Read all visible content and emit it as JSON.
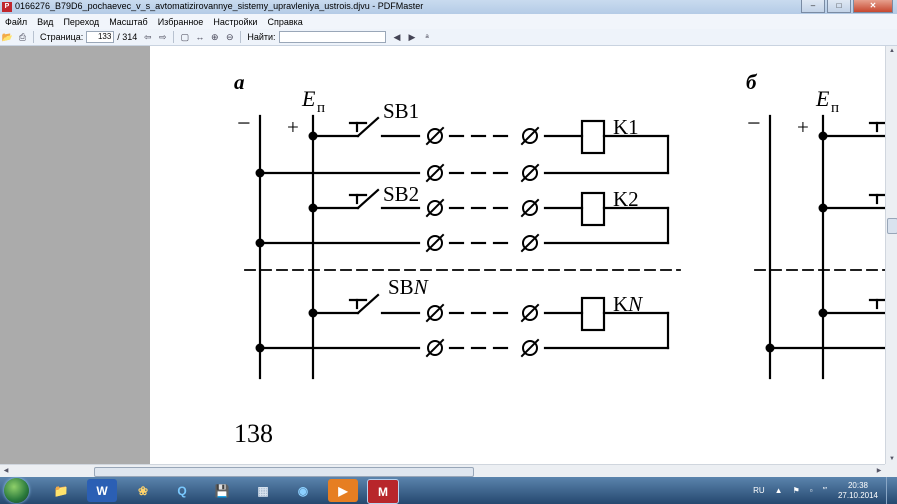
{
  "window": {
    "title": "0166276_B79D6_pochaevec_v_s_avtomatizirovannye_sistemy_upravleniya_ustrois.djvu - PDFMaster",
    "app_icon": "pdfmaster-icon"
  },
  "menu": [
    "Файл",
    "Вид",
    "Переход",
    "Масштаб",
    "Избранное",
    "Настройки",
    "Справка"
  ],
  "toolbar": {
    "page_label": "Страница:",
    "page_current": "133",
    "page_total": "/ 314",
    "find_label": "Найти:",
    "find_value": ""
  },
  "document": {
    "figure_a": {
      "label": "а",
      "supply_label": "E",
      "supply_sub": "п",
      "minus": "−",
      "plus": "+",
      "rows": [
        {
          "button": "SB1",
          "relay": "K1"
        },
        {
          "button": "SB2",
          "relay": "K2"
        },
        {
          "button": "SB",
          "button_italic": "N",
          "relay": "K",
          "relay_italic": "N"
        }
      ]
    },
    "figure_b": {
      "label": "б",
      "supply_label": "E",
      "supply_sub": "п",
      "minus": "−",
      "plus": "+"
    },
    "page_number": "138"
  },
  "taskbar": {
    "apps": [
      "windows-explorer-icon",
      "word-icon",
      "paint-icon",
      "search-icon",
      "save-icon",
      "calculator-icon",
      "media-icon",
      "player-icon",
      "pdfmaster-icon"
    ],
    "language": "RU",
    "time": "20:38",
    "date": "27.10.2014"
  }
}
